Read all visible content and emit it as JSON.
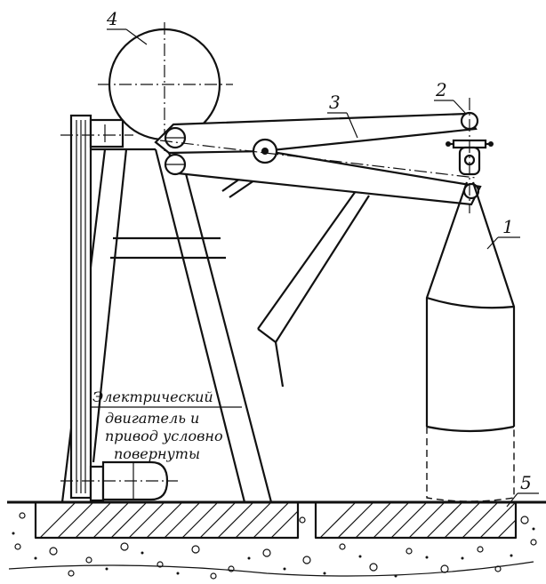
{
  "labels": {
    "bag": "1",
    "hanger": "2",
    "lever": "3",
    "drum": "4",
    "foundation": "5"
  },
  "note": {
    "line1": "Электрический",
    "line2": "двигатель и",
    "line3": "привод условно",
    "line4": "повернуты"
  }
}
